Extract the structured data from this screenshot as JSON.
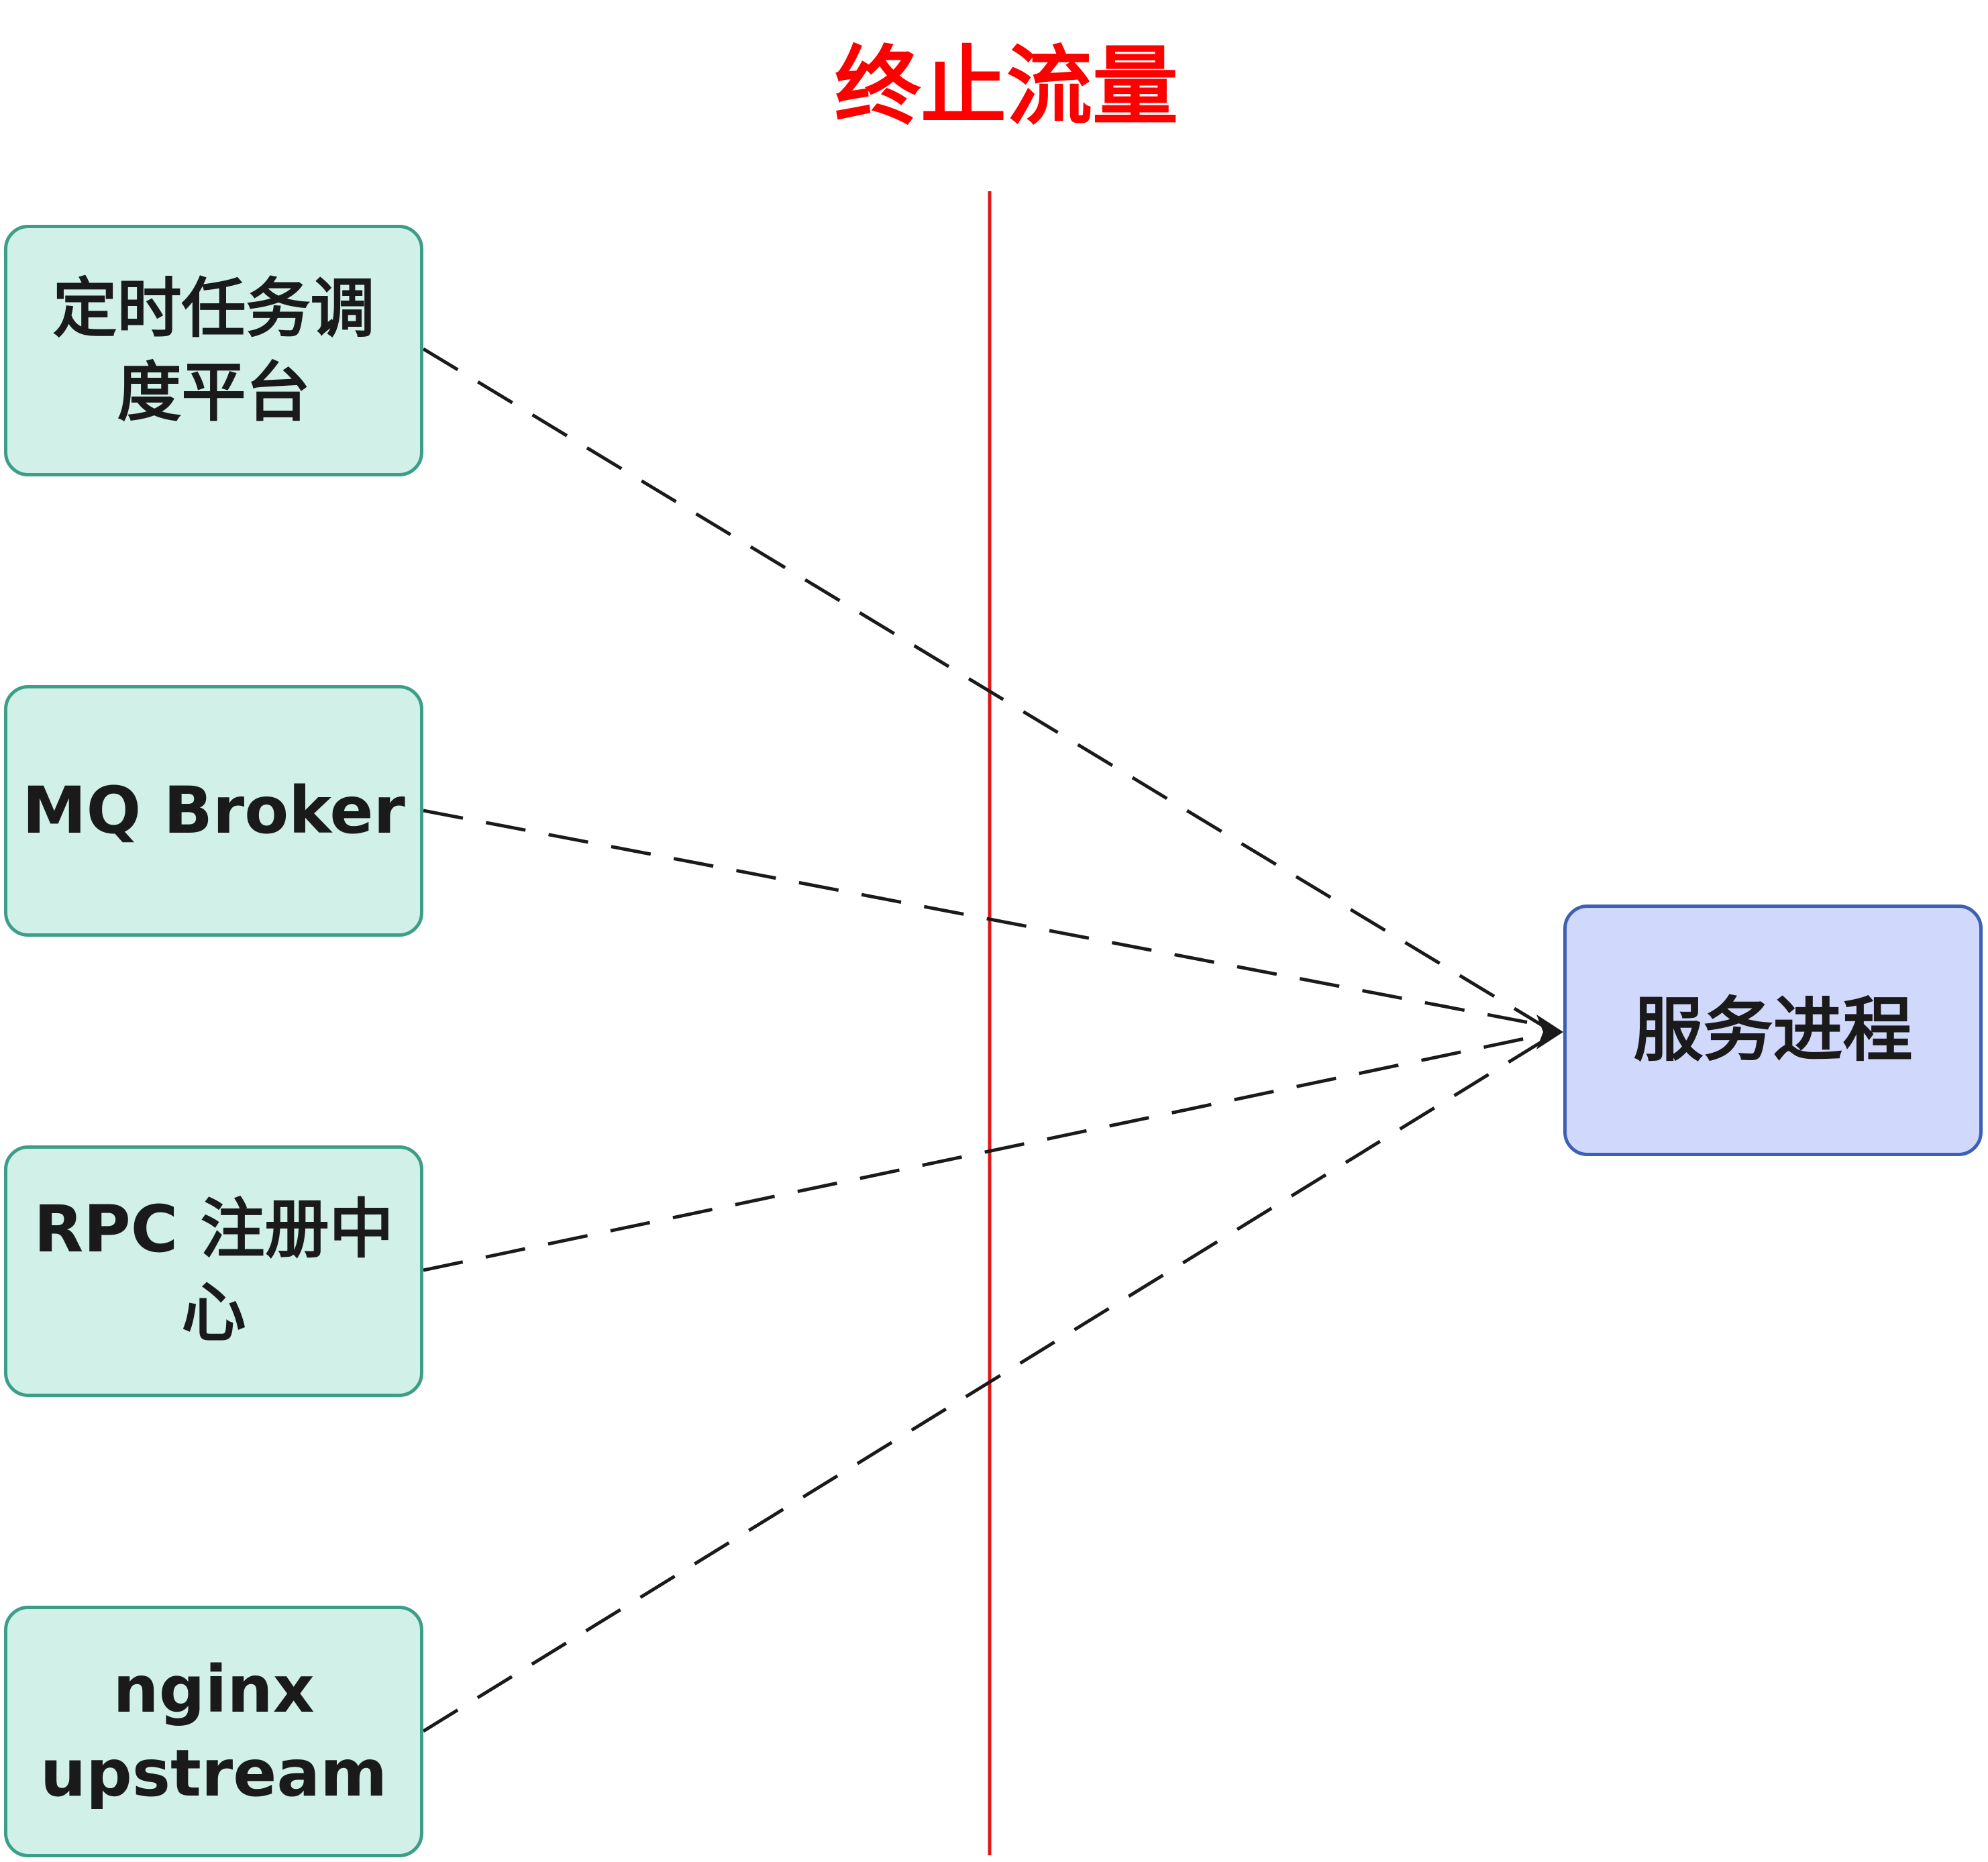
{
  "title": "终止流量",
  "colors": {
    "title": "#ff0000",
    "divider": "#e01818",
    "source_fill": "#d0f0e8",
    "source_border": "#3d9e88",
    "target_fill": "#d0d8fb",
    "target_border": "#3d5fb5",
    "edge": "#1a1a1a"
  },
  "sources": [
    {
      "label": "定时任务调度平台"
    },
    {
      "label": "MQ Broker"
    },
    {
      "label": "RPC 注册中心"
    },
    {
      "label": "nginx upstream"
    }
  ],
  "target": {
    "label": "服务进程"
  },
  "edges": [
    {
      "from": 0,
      "to": "target",
      "style": "dashed",
      "arrow": "filled"
    },
    {
      "from": 1,
      "to": "target",
      "style": "dashed",
      "arrow": "filled"
    },
    {
      "from": 2,
      "to": "target",
      "style": "dashed",
      "arrow": "filled"
    },
    {
      "from": 3,
      "to": "target",
      "style": "dashed",
      "arrow": "filled"
    }
  ]
}
